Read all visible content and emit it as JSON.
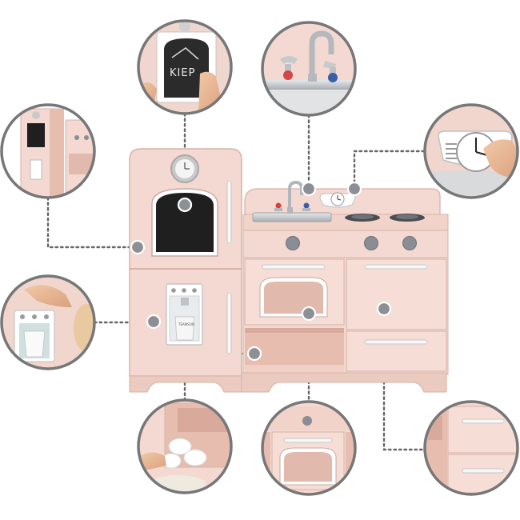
{
  "product": {
    "chalkboard_text": "KIEP",
    "cup_label": "TEAMSON",
    "colors": {
      "body": "#f3d9d1",
      "body_shade": "#e3c0b5",
      "outline": "#d7b2a7",
      "chalkboard": "#1f1f1f",
      "handle": "#f7f7f7",
      "knob": "#8a8d93",
      "callout_ring": "#777777",
      "connector": "#666666"
    }
  },
  "callouts": [
    {
      "name": "chalkboard-closeup",
      "icon": "chalkboard-icon"
    },
    {
      "name": "sink-faucet-closeup",
      "icon": "faucet-icon"
    },
    {
      "name": "clock-closeup",
      "icon": "clock-icon"
    },
    {
      "name": "refrigerator-closeup",
      "icon": "fridge-icon"
    },
    {
      "name": "water-dispenser-closeup",
      "icon": "dispenser-icon"
    },
    {
      "name": "storage-shelf-closeup",
      "icon": "shelf-icon"
    },
    {
      "name": "oven-door-closeup",
      "icon": "oven-icon"
    },
    {
      "name": "cabinet-drawers-closeup",
      "icon": "drawer-icon"
    }
  ]
}
